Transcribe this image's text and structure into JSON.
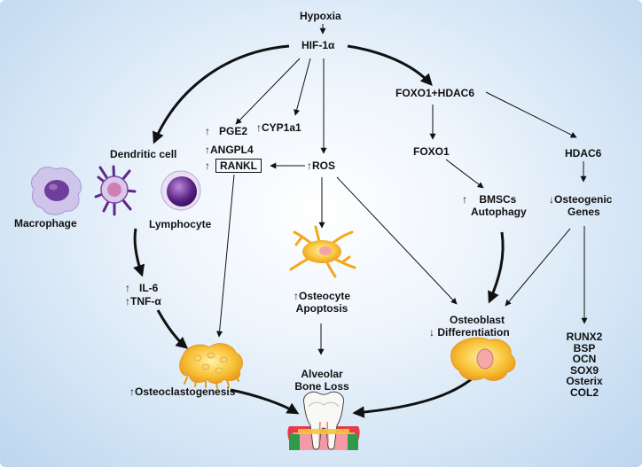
{
  "arrow_glyph": "↑",
  "nodes": {
    "hypoxia": "Hypoxia",
    "hif": "HIF-1α",
    "foxo_hdac": "FOXO1+HDAC6",
    "foxo1": "FOXO1",
    "hdac6": "HDAC6",
    "pge2": "PGE2",
    "cyp": "CYP1a1",
    "angpl4": "ANGPL4",
    "rankl": "RANKL",
    "ros": "ROS",
    "dendritic": "Dendritic cell",
    "macrophage": "Macrophage",
    "lymphocyte": "Lymphocyte",
    "il6": "IL-6",
    "tnf": "TNF-α",
    "osteoclastogenesis": "Osteoclastogenesis",
    "osteocyte_1": "Osteocyte",
    "osteocyte_2": "Apoptosis",
    "alveolar_1": "Alveolar",
    "alveolar_2": "Bone Loss",
    "bmsc_1": "BMSCs",
    "bmsc_2": "Autophagy",
    "osteogenic_1": "Osteogenic",
    "osteogenic_2": "Genes",
    "osteoblast_1": "Osteoblast",
    "osteoblast_2": "Differentiation",
    "genes": [
      "RUNX2",
      "BSP",
      "OCN",
      "SOX9",
      "Osterix",
      "COL2"
    ]
  },
  "colors": {
    "background_center": "#ffffff",
    "background_edge": "#bcd6ef",
    "arrow": "#111111",
    "cell_yellow": "#f7b92a",
    "cell_purple": "#6a2d8e",
    "macrophage_lilac": "#c8bde6"
  }
}
